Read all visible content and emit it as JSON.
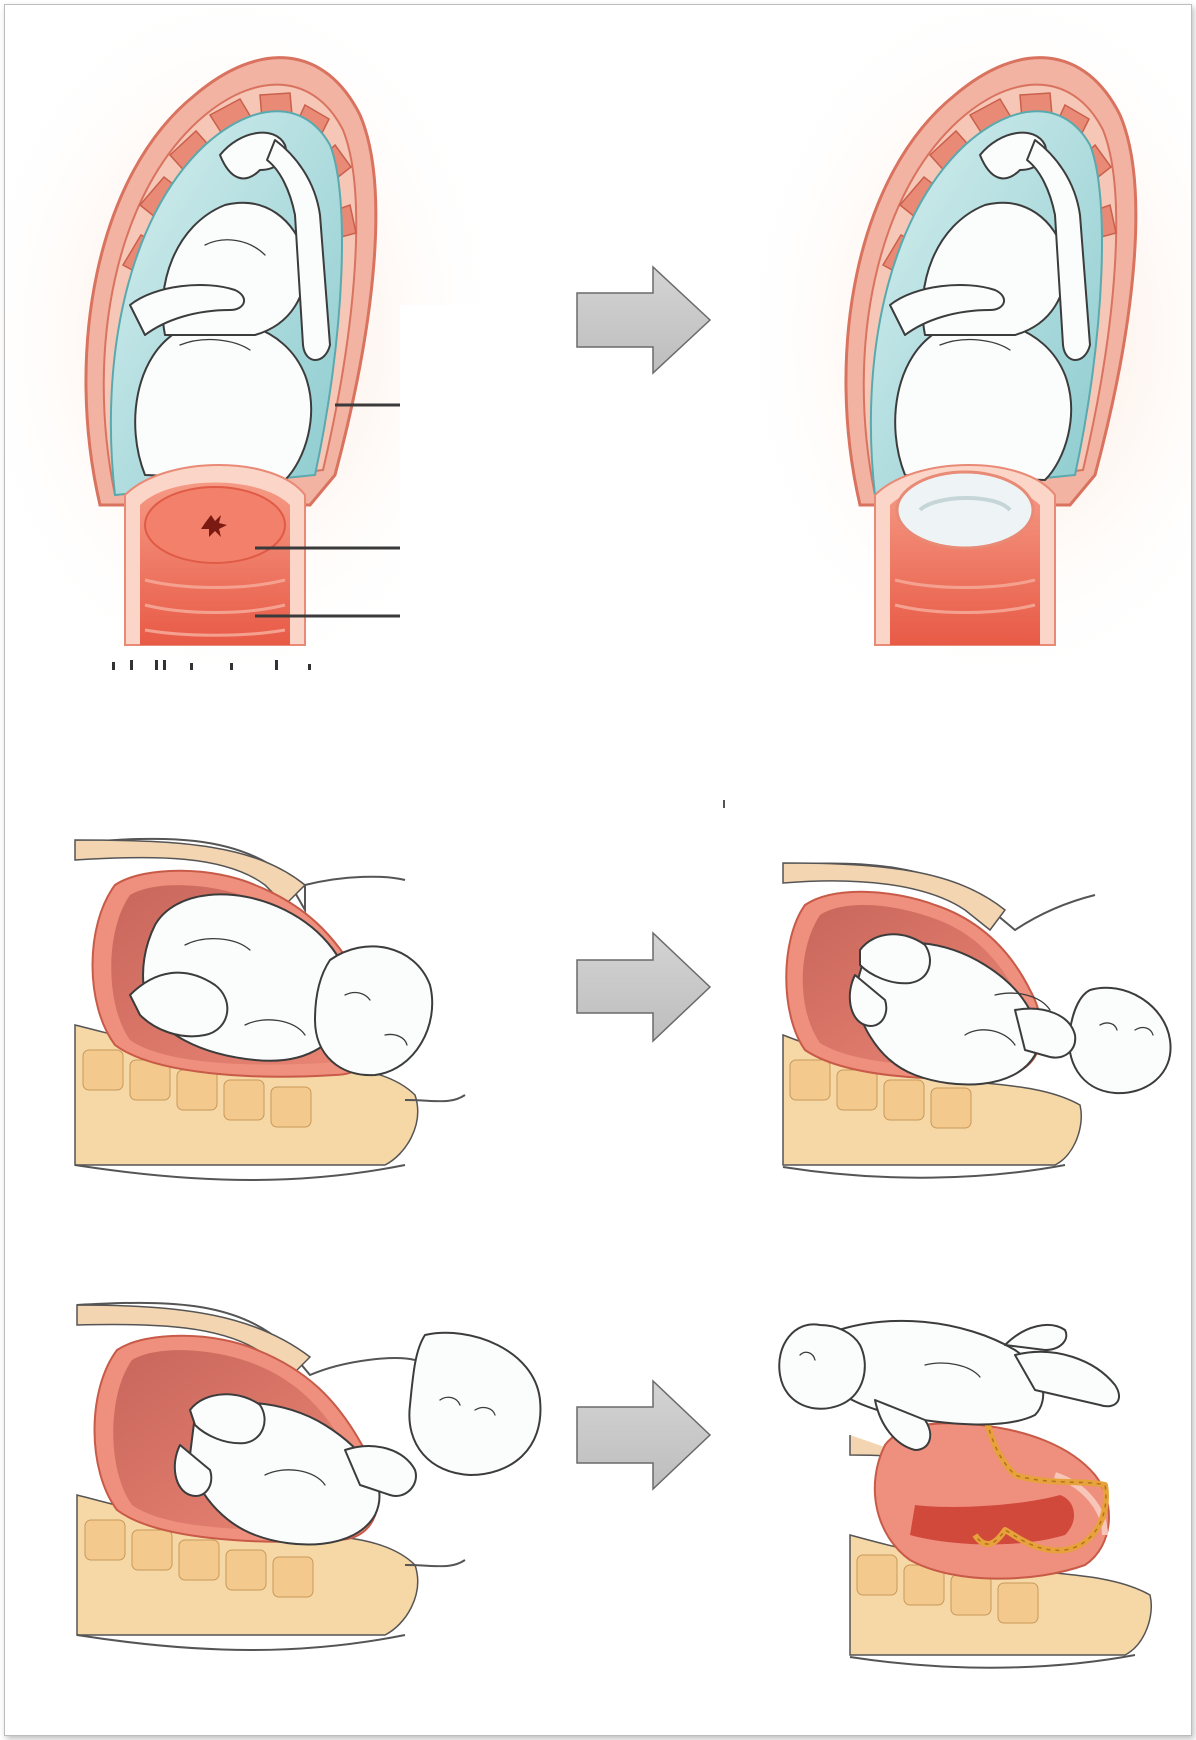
{
  "diagram": {
    "panels": [
      {
        "id": "dilation-before",
        "label_lines": 3
      },
      {
        "id": "dilation-after"
      },
      {
        "id": "expulsion-before"
      },
      {
        "id": "expulsion-after"
      },
      {
        "id": "placental-before"
      },
      {
        "id": "placental-after"
      }
    ],
    "arrows": 3,
    "colors": {
      "uterus_wall": "#ee8d7a",
      "amniotic_fluid": "#9fd3d6",
      "cervix": "#ec6d58",
      "pelvis_bone": "#f3cf97",
      "arrow_fill": "#c8c8c8",
      "arrow_stroke": "#6a6a6a",
      "glow": "#fde3d4"
    }
  }
}
